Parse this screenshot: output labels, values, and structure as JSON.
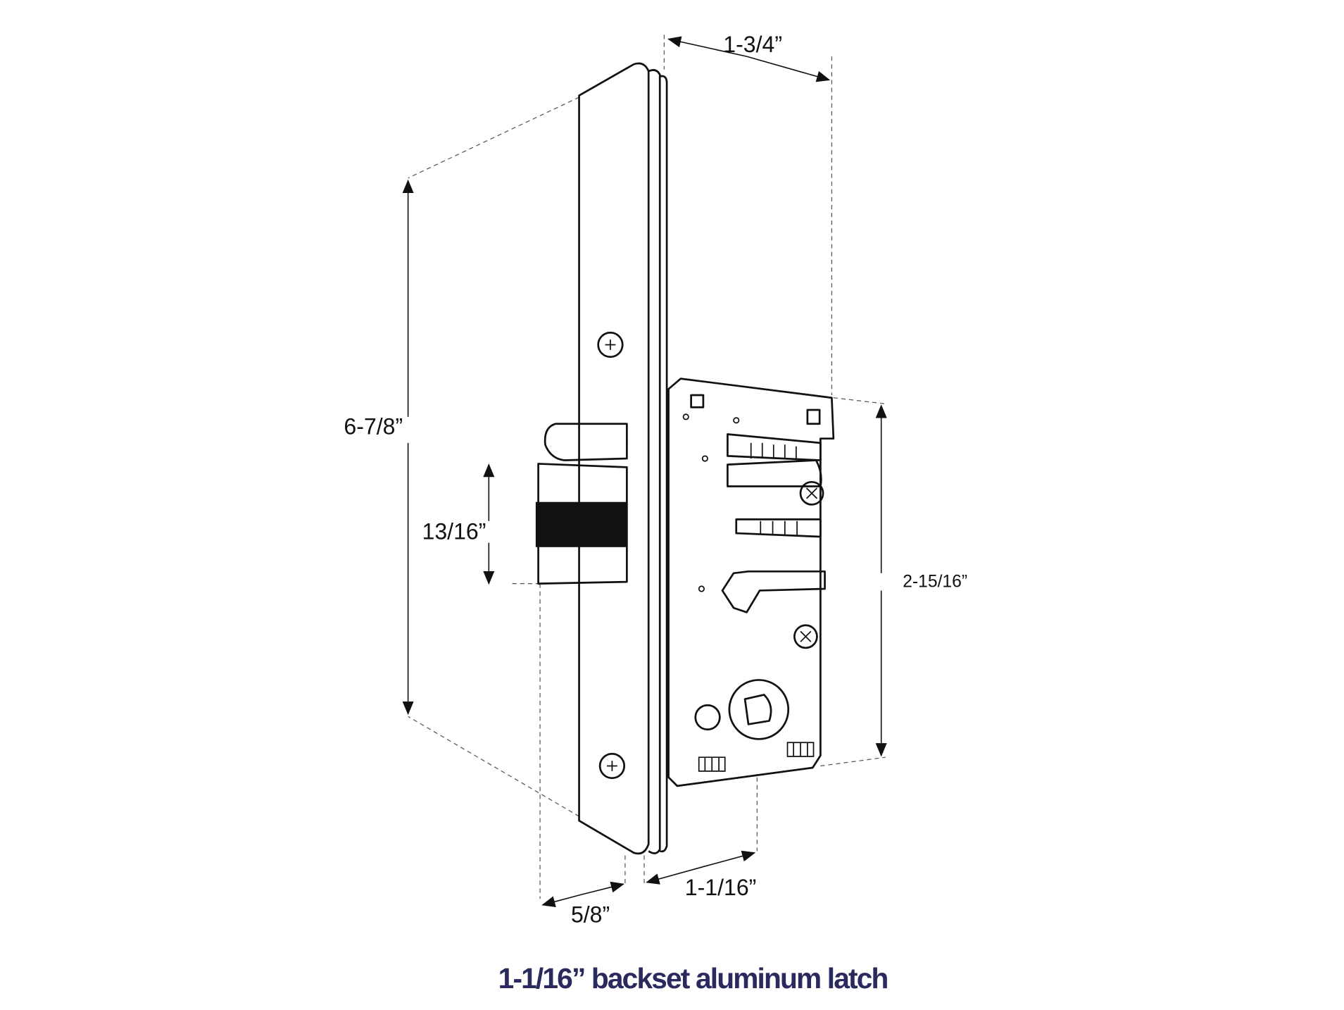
{
  "title": "1-1/16” backset aluminum latch",
  "caption_color": "#2a2a5e",
  "dimensions": {
    "depth": "1-3/4”",
    "faceplate_height": "6-7/8”",
    "bolt_height": "13/16”",
    "case_height": "2-15/16”",
    "backset": "1-1/16”",
    "bolt_projection": "5/8”"
  }
}
